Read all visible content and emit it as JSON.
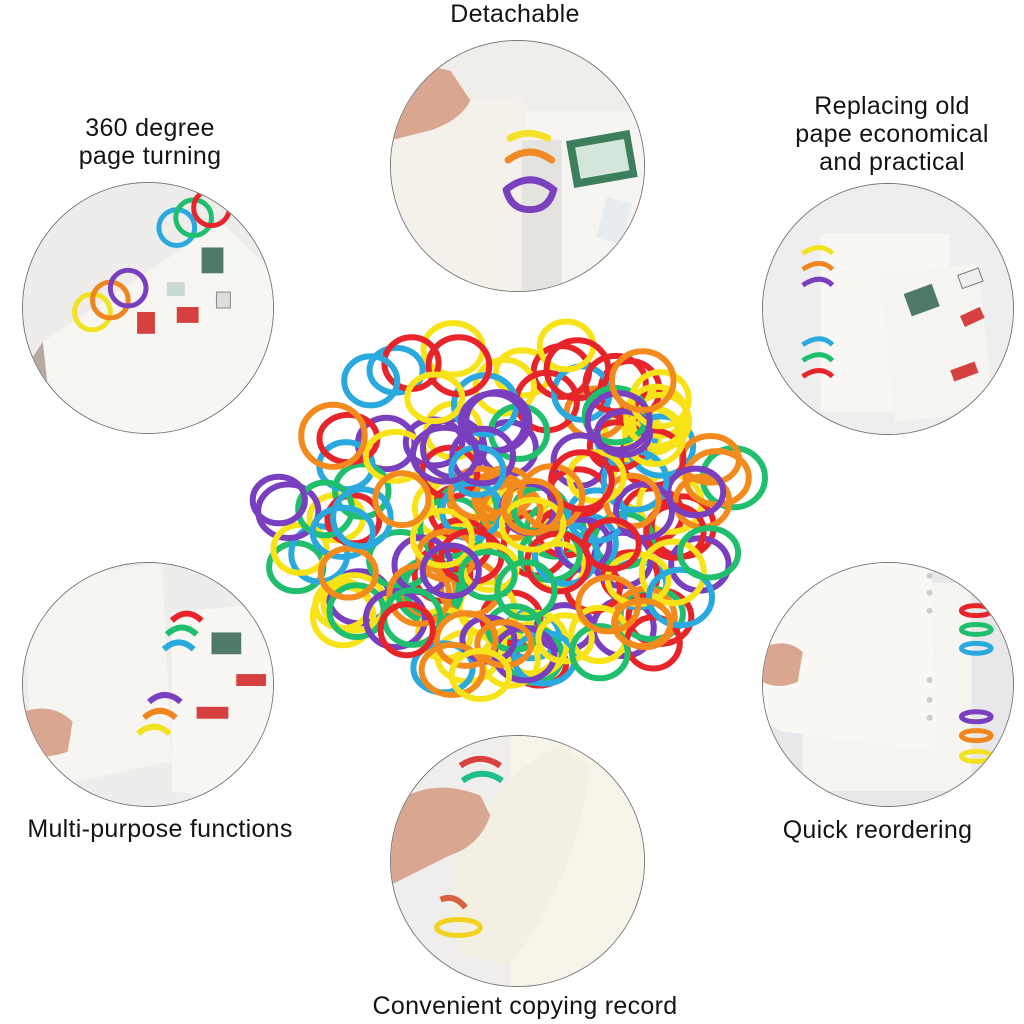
{
  "product": "Colorful plastic loose-leaf binder rings",
  "features": {
    "top": "Detachable",
    "top_left": [
      "360 degree",
      "page turning"
    ],
    "top_right": [
      "Replacing old",
      "pape economical",
      "and practical"
    ],
    "bottom_left": "Multi-purpose functions",
    "bottom_right": "Quick reordering",
    "bottom": "Convenient copying record"
  },
  "ring_colors": {
    "red": "#e8242b",
    "orange": "#f38a1c",
    "yellow": "#f7e317",
    "green": "#1fbf6e",
    "blue": "#2aa9df",
    "purple": "#7a3fbf"
  },
  "scenes": [
    {
      "id": "detachable",
      "icon": "binder-rings-photo"
    },
    {
      "id": "page-turning",
      "icon": "binder-rings-photo"
    },
    {
      "id": "replacing-paper",
      "icon": "binder-rings-photo"
    },
    {
      "id": "multi-purpose",
      "icon": "binder-rings-photo"
    },
    {
      "id": "quick-reordering",
      "icon": "binder-rings-photo"
    },
    {
      "id": "copying-record",
      "icon": "binder-rings-photo"
    }
  ]
}
